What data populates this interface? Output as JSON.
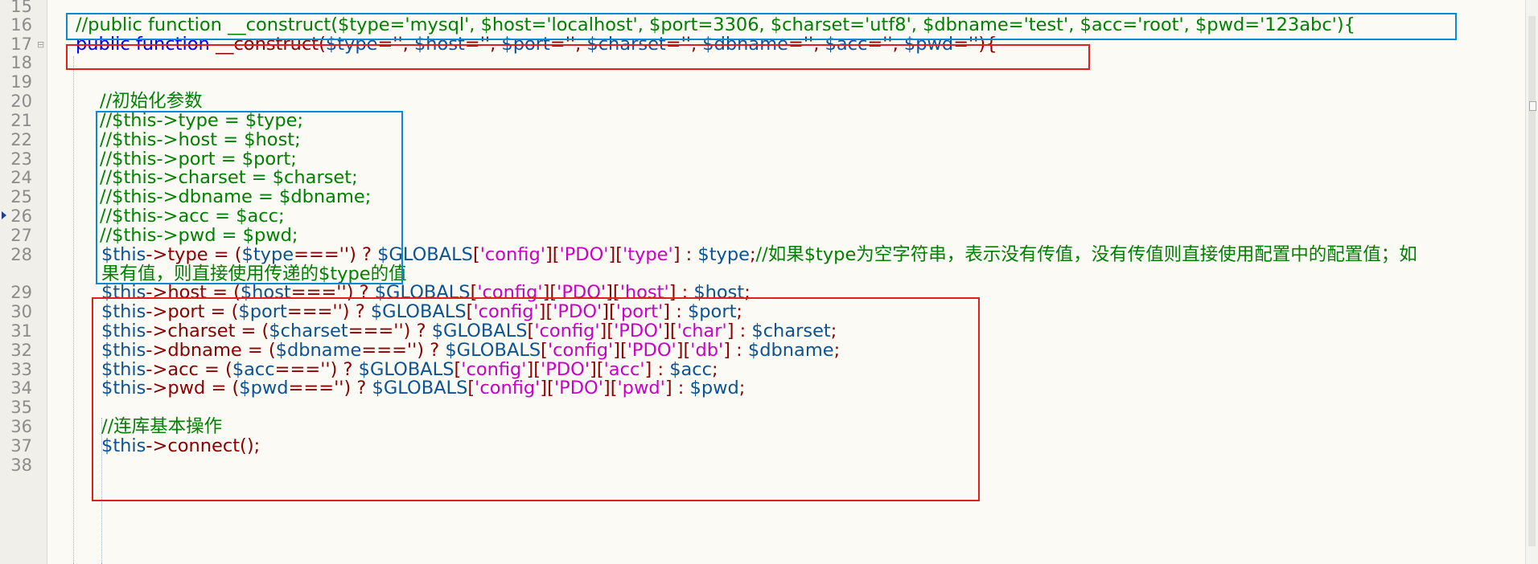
{
  "editor": {
    "line_numbers": [
      "15",
      "16",
      "17",
      "18",
      "19",
      "20",
      "21",
      "22",
      "23",
      "24",
      "25",
      "26",
      "27",
      "28",
      "29",
      "30",
      "31",
      "32",
      "33",
      "34",
      "35",
      "36",
      "37",
      "38"
    ],
    "lines": {
      "l16": {
        "text": "//public function __construct($type='mysql', $host='localhost', $port=3306, $charset='utf8', $dbname='test', $acc='root', $pwd='123abc'){"
      },
      "l17": {
        "kw1": "public",
        "kw2": "function",
        "name": "__construct(",
        "v1": "$type",
        "eq1": "='', ",
        "v2": "$host",
        "eq2": "='', ",
        "v3": "$port",
        "eq3": "='', ",
        "v4": "$charset",
        "eq4": "='', ",
        "v5": "$dbname",
        "eq5": "='', ",
        "v6": "$acc",
        "eq6": "='', ",
        "v7": "$pwd",
        "eq7": "=''){"
      },
      "l19": {
        "text": "//初始化参数"
      },
      "l20": {
        "text": "//$this->type = $type;"
      },
      "l21": {
        "text": "//$this->host = $host;"
      },
      "l22": {
        "text": "//$this->port = $port;"
      },
      "l23": {
        "text": "//$this->charset = $charset;"
      },
      "l24": {
        "text": "//$this->dbname = $dbname;"
      },
      "l25": {
        "text": "//$this->acc = $acc;"
      },
      "l26": {
        "text": "//$this->pwd = $pwd;"
      },
      "l28": {
        "this": "$this",
        "prop": "->type = (",
        "v": "$type",
        "cmp": "===''",
        "q": ") ? ",
        "g": "$GLOBALS",
        "b1": "[",
        "k1": "'config'",
        "b2": "][",
        "k2": "'PDO'",
        "b3": "][",
        "k3": "'type'",
        "b4": "] : ",
        "v2": "$type",
        "semi": ";",
        "cmt": "//如果$type为空字符串，表示没有传值，没有传值则直接使用配置中的配置值；如",
        "cmt2": "果有值，则直接使用传递的$type的值"
      },
      "l29": {
        "this": "$this",
        "prop": "->host = (",
        "v": "$host",
        "cmp": "===''",
        "q": ") ? ",
        "g": "$GLOBALS",
        "b1": "[",
        "k1": "'config'",
        "b2": "][",
        "k2": "'PDO'",
        "b3": "][",
        "k3": "'host'",
        "b4": "] : ",
        "v2": "$host",
        "semi": ";"
      },
      "l30": {
        "this": "$this",
        "prop": "->port = (",
        "v": "$port",
        "cmp": "===''",
        "q": ") ? ",
        "g": "$GLOBALS",
        "b1": "[",
        "k1": "'config'",
        "b2": "][",
        "k2": "'PDO'",
        "b3": "][",
        "k3": "'port'",
        "b4": "] : ",
        "v2": "$port",
        "semi": ";"
      },
      "l31": {
        "this": "$this",
        "prop": "->charset = (",
        "v": "$charset",
        "cmp": "===''",
        "q": ") ? ",
        "g": "$GLOBALS",
        "b1": "[",
        "k1": "'config'",
        "b2": "][",
        "k2": "'PDO'",
        "b3": "][",
        "k3": "'char'",
        "b4": "] : ",
        "v2": "$charset",
        "semi": ";"
      },
      "l32": {
        "this": "$this",
        "prop": "->dbname = (",
        "v": "$dbname",
        "cmp": "===''",
        "q": ") ? ",
        "g": "$GLOBALS",
        "b1": "[",
        "k1": "'config'",
        "b2": "][",
        "k2": "'PDO'",
        "b3": "][",
        "k3": "'db'",
        "b4": "] : ",
        "v2": "$dbname",
        "semi": ";"
      },
      "l33": {
        "this": "$this",
        "prop": "->acc = (",
        "v": "$acc",
        "cmp": "===''",
        "q": ") ? ",
        "g": "$GLOBALS",
        "b1": "[",
        "k1": "'config'",
        "b2": "][",
        "k2": "'PDO'",
        "b3": "][",
        "k3": "'acc'",
        "b4": "] : ",
        "v2": "$acc",
        "semi": ";"
      },
      "l34": {
        "this": "$this",
        "prop": "->pwd = (",
        "v": "$pwd",
        "cmp": "===''",
        "q": ") ? ",
        "g": "$GLOBALS",
        "b1": "[",
        "k1": "'config'",
        "b2": "][",
        "k2": "'PDO'",
        "b3": "][",
        "k3": "'pwd'",
        "b4": "] : ",
        "v2": "$pwd",
        "semi": ";"
      },
      "l36": {
        "text": "//连库基本操作"
      },
      "l37": {
        "this": "$this",
        "rest": "->connect();"
      }
    }
  }
}
